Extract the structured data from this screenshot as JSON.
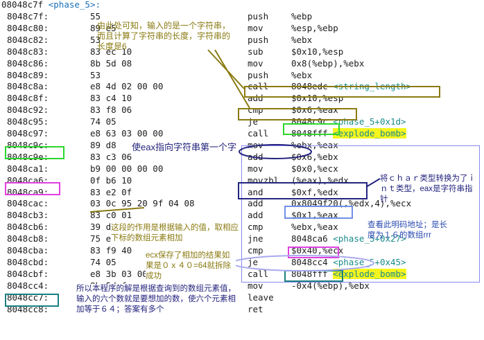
{
  "header": {
    "address": "08048c7f",
    "label": "<phase_5>:"
  },
  "lines": [
    {
      "addr": "8048c7f:",
      "bytes": "55",
      "op": "push",
      "args": "%ebp"
    },
    {
      "addr": "8048c80:",
      "bytes": "89 e5",
      "op": "mov",
      "args": "%esp,%ebp"
    },
    {
      "addr": "8048c82:",
      "bytes": "53",
      "op": "push",
      "args": "%ebx"
    },
    {
      "addr": "8048c83:",
      "bytes": "83 ec 10",
      "op": "sub",
      "args": "$0x10,%esp"
    },
    {
      "addr": "8048c86:",
      "bytes": "8b 5d 08",
      "op": "mov",
      "args": "0x8(%ebp),%ebx"
    },
    {
      "addr": "8048c89:",
      "bytes": "53",
      "op": "push",
      "args": "%ebx"
    },
    {
      "addr": "8048c8a:",
      "bytes": "e8 4d 02 00 00",
      "op": "call",
      "args": "8048edc",
      "sym": "<string_length>"
    },
    {
      "addr": "8048c8f:",
      "bytes": "83 c4 10",
      "op": "add",
      "args": "$0x10,%esp"
    },
    {
      "addr": "8048c92:",
      "bytes": "83 f8 06",
      "op": "cmp",
      "args": "$0x6,%eax"
    },
    {
      "addr": "8048c95:",
      "bytes": "74 05",
      "op": "je",
      "args": "8048c9c",
      "sym": "<phase_5+0x1d>"
    },
    {
      "addr": "8048c97:",
      "bytes": "e8 63 03 00 00",
      "op": "call",
      "args": "8048fff",
      "sym": "<explode_bomb>"
    },
    {
      "addr": "8048c9c:",
      "bytes": "89 d8",
      "op": "mov",
      "args": "%ebx,%eax"
    },
    {
      "addr": "8048c9e:",
      "bytes": "83 c3 06",
      "op": "add",
      "args": "$0x6,%ebx"
    },
    {
      "addr": "8048ca1:",
      "bytes": "b9 00 00 00 00",
      "op": "mov",
      "args": "$0x0,%ecx"
    },
    {
      "addr": "8048ca6:",
      "bytes": "0f b6 10",
      "op": "movzbl",
      "args": "(%eax),%edx"
    },
    {
      "addr": "8048ca9:",
      "bytes": "83 e2 0f",
      "op": "and",
      "args": "$0xf,%edx"
    },
    {
      "addr": "8048cac:",
      "bytes": "03 0c 95 20 9f 04 08",
      "op": "add",
      "args": "0x8049f20(,%edx,4),%ecx"
    },
    {
      "addr": "8048cb3:",
      "bytes": "83 c0 01",
      "op": "add",
      "args": "$0x1,%eax"
    },
    {
      "addr": "8048cb6:",
      "bytes": "39 d8",
      "op": "cmp",
      "args": "%ebx,%eax"
    },
    {
      "addr": "8048cb8:",
      "bytes": "75 ec",
      "op": "jne",
      "args": "8048ca6",
      "sym": "<phase_5+0x27>"
    },
    {
      "addr": "8048cba:",
      "bytes": "83 f9 40",
      "op": "cmp",
      "args": "$0x40,%ecx"
    },
    {
      "addr": "8048cbd:",
      "bytes": "74 05",
      "op": "je",
      "args": "8048cc4",
      "sym": "<phase_5+0x45>"
    },
    {
      "addr": "8048cbf:",
      "bytes": "e8 3b 03 00 00",
      "op": "call",
      "args": "8048fff",
      "sym": "<explode_bomb>"
    },
    {
      "addr": "8048cc4:",
      "bytes": "8b 5d fc",
      "op": "mov",
      "args": "-0x4(%ebp),%ebx"
    },
    {
      "addr": "8048cc7:",
      "bytes": "c9",
      "op": "leave",
      "args": ""
    },
    {
      "addr": "8048cc8:",
      "bytes": "c3",
      "op": "ret",
      "args": ""
    }
  ],
  "annotations": {
    "string_length_note": "由此处可知，输入的是一个字符串，而且计算了字符串的长度，字符串的长度是6",
    "eax_pointer_note": "使eax指向字符串第一个字",
    "char_convert_note": "将ｃｈａｒ类型转换为了ｉｎｔ类型，eax是字符串指针",
    "array_lookup_note": "这段的作用是根据输入的值，取相应下标的数组元素相加",
    "address_note": "查看此明码地址；是长度为１６的数组rrr",
    "ecx_sum_note": "ecx保存了相加的结果如果是０ｘ４０=64就拆除成功",
    "solution_note": "所以本程序的解是根据查询到的数组元素值，输入的六个数就是要想加的数，使六个元素相加等于６４；答案有多个"
  },
  "colors": {
    "olive": "#8a7a10",
    "green": "#2bd62b",
    "navy": "#23237e",
    "magenta": "#e040e0",
    "teal": "#1a7f7f",
    "lavender": "#a9a9ee",
    "periwinkle": "#8888ee",
    "symbol": "#1a8a8a",
    "label": "#1a6fb8",
    "bomb_highlight": "#f5f51e"
  }
}
